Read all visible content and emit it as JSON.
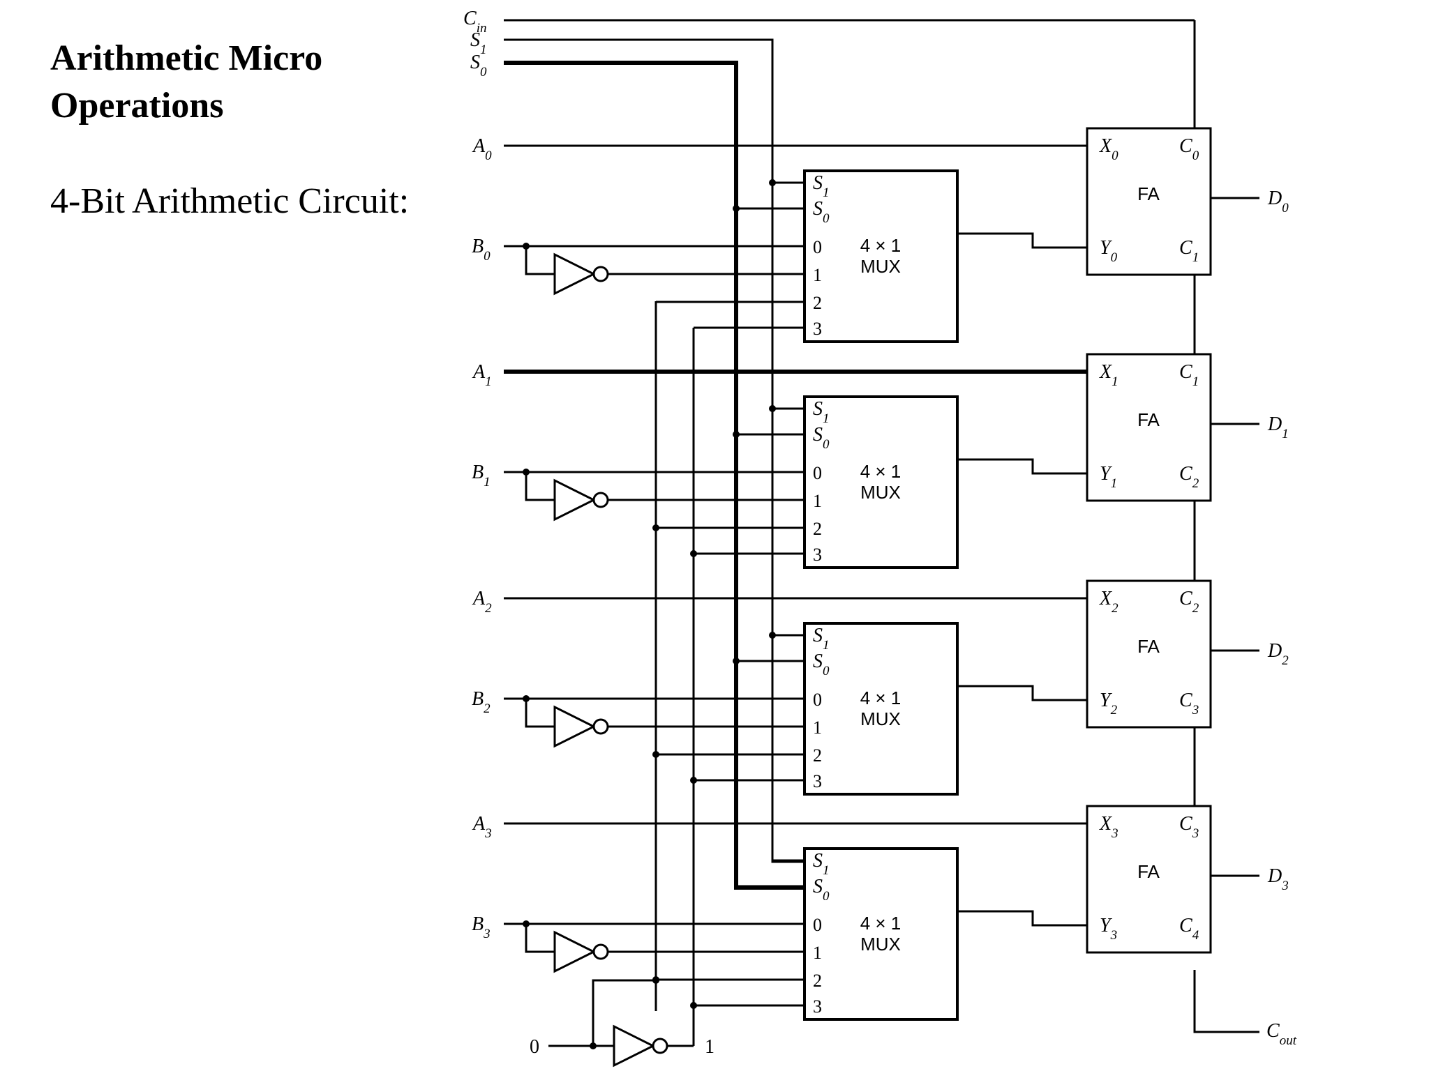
{
  "slide": {
    "title_line1": "Arithmetic Micro",
    "title_line2": "Operations",
    "subtitle": "4-Bit Arithmetic Circuit:"
  },
  "diagram": {
    "control_inputs": {
      "cin": {
        "base": "C",
        "sub": "in"
      },
      "s1": {
        "base": "S",
        "sub": "1"
      },
      "s0": {
        "base": "S",
        "sub": "0"
      }
    },
    "stages": [
      {
        "a": {
          "base": "A",
          "sub": "0"
        },
        "b": {
          "base": "B",
          "sub": "0"
        },
        "x": {
          "base": "X",
          "sub": "0"
        },
        "y": {
          "base": "Y",
          "sub": "0"
        },
        "cin": {
          "base": "C",
          "sub": "0"
        },
        "cout": {
          "base": "C",
          "sub": "1"
        },
        "d": {
          "base": "D",
          "sub": "0"
        }
      },
      {
        "a": {
          "base": "A",
          "sub": "1"
        },
        "b": {
          "base": "B",
          "sub": "1"
        },
        "x": {
          "base": "X",
          "sub": "1"
        },
        "y": {
          "base": "Y",
          "sub": "1"
        },
        "cin": {
          "base": "C",
          "sub": "1"
        },
        "cout": {
          "base": "C",
          "sub": "2"
        },
        "d": {
          "base": "D",
          "sub": "1"
        }
      },
      {
        "a": {
          "base": "A",
          "sub": "2"
        },
        "b": {
          "base": "B",
          "sub": "2"
        },
        "x": {
          "base": "X",
          "sub": "2"
        },
        "y": {
          "base": "Y",
          "sub": "2"
        },
        "cin": {
          "base": "C",
          "sub": "2"
        },
        "cout": {
          "base": "C",
          "sub": "3"
        },
        "d": {
          "base": "D",
          "sub": "2"
        }
      },
      {
        "a": {
          "base": "A",
          "sub": "3"
        },
        "b": {
          "base": "B",
          "sub": "3"
        },
        "x": {
          "base": "X",
          "sub": "3"
        },
        "y": {
          "base": "Y",
          "sub": "3"
        },
        "cin": {
          "base": "C",
          "sub": "3"
        },
        "cout": {
          "base": "C",
          "sub": "4"
        },
        "d": {
          "base": "D",
          "sub": "3"
        }
      }
    ],
    "mux": {
      "select_labels": [
        {
          "base": "S",
          "sub": "1"
        },
        {
          "base": "S",
          "sub": "0"
        }
      ],
      "data_pins": [
        "0",
        "1",
        "2",
        "3"
      ],
      "name_line1": "4 × 1",
      "name_line2": "MUX"
    },
    "adder_name": "FA",
    "constant_zero": "0",
    "constant_one": "1",
    "carry_out": {
      "base": "C",
      "sub": "out"
    }
  }
}
